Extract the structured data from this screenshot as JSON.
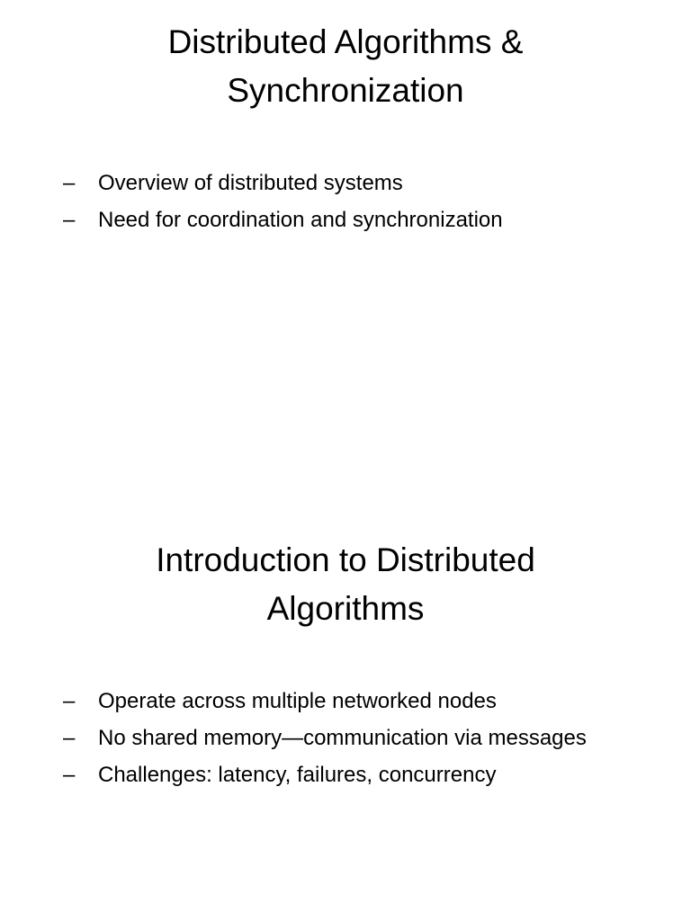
{
  "slides": [
    {
      "title_line1": "Distributed Algorithms &",
      "title_line2": "Synchronization",
      "bullets": [
        "Overview of distributed systems",
        "Need for coordination and synchronization"
      ]
    },
    {
      "title_line1": "Introduction to Distributed",
      "title_line2": "Algorithms",
      "bullets": [
        "Operate across multiple networked nodes",
        "No shared memory—communication via messages",
        "Challenges: latency, failures, concurrency"
      ]
    }
  ],
  "bullet_marker": "–",
  "colors": {
    "background": "#ffffff",
    "text": "#000000"
  }
}
